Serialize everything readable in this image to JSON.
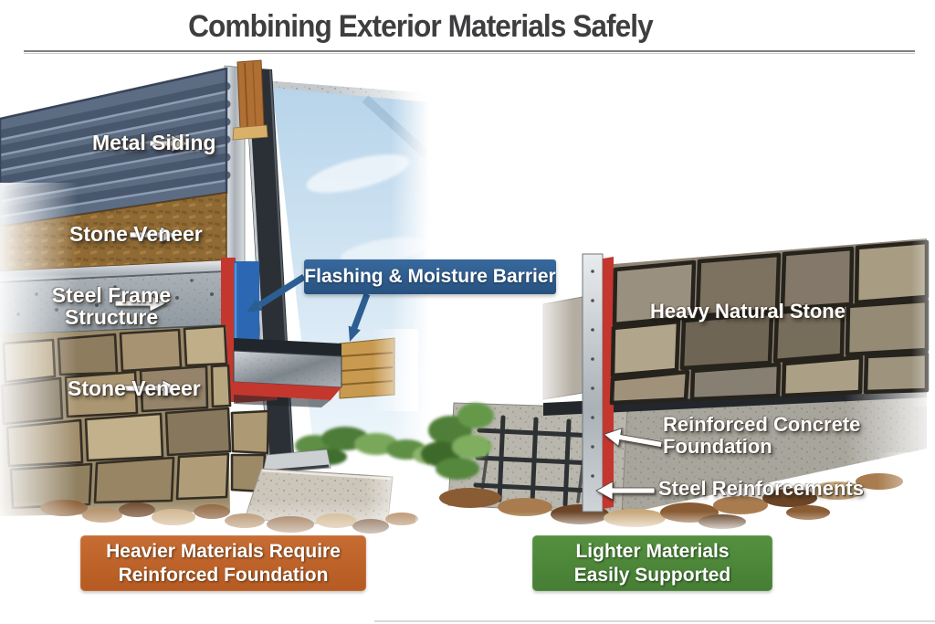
{
  "title": "Combining Exterior Materials Safely",
  "left_diagram": {
    "metal_siding": "Metal Siding",
    "stone_veneer_top": "Stone Veneer",
    "steel_frame_line1": "Steel Frame",
    "steel_frame_line2": "Structure",
    "stone_veneer_bottom": "Stone Veneer",
    "flashing_callout": "Flashing & Moisture Barrier"
  },
  "right_diagram": {
    "heavy_stone": "Heavy Natural Stone",
    "foundation_line1": "Reinforced Concrete",
    "foundation_line2": "Foundation",
    "steel_reinforcements": "Steel Reinforcements"
  },
  "footer": {
    "heavier_line1": "Heavier Materials Require",
    "heavier_line2": "Reinforced Foundation",
    "lighter_line1": "Lighter Materials",
    "lighter_line2": "Easily Supported"
  },
  "colors": {
    "title_text": "#3e3e40",
    "callout_bg": "#2e5f94",
    "heavier_box_bg": "#bf5f2a",
    "lighter_box_bg": "#4e8a3e",
    "moisture_barrier_red": "#c4372e",
    "moisture_barrier_blue": "#2b67b3",
    "metal_siding_blue_gray": "#5c6d83"
  }
}
